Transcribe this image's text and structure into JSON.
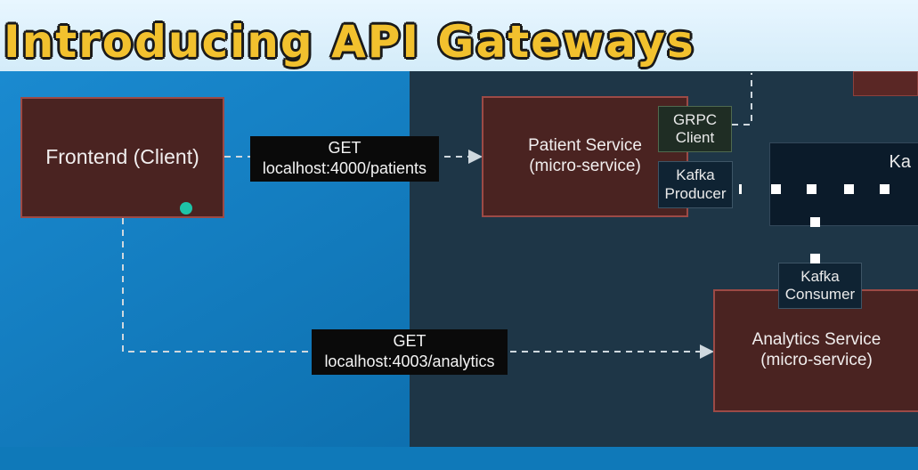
{
  "title": "Introducing API Gateways",
  "nodes": {
    "frontend": "Frontend (Client)",
    "patient_service": [
      "Patient Service",
      "(micro-service)"
    ],
    "analytics_service": [
      "Analytics Service",
      "(micro-service)"
    ]
  },
  "tags": {
    "grpc_client": [
      "GRPC",
      "Client"
    ],
    "kafka_producer": [
      "Kafka",
      "Producer"
    ],
    "kafka_consumer": [
      "Kafka",
      "Consumer"
    ]
  },
  "queue": {
    "label": "Ka"
  },
  "requests": {
    "patients": [
      "GET",
      "localhost:4000/patients"
    ],
    "analytics": [
      "GET",
      "localhost:4003/analytics"
    ]
  },
  "colors": {
    "title": "#f2c12e",
    "node_fill": "#4a2321",
    "node_border": "#9c4a46",
    "dark_bg": "#1e3647",
    "blue_bg": "#0e78b8",
    "status_dot": "#1ec4a8"
  }
}
